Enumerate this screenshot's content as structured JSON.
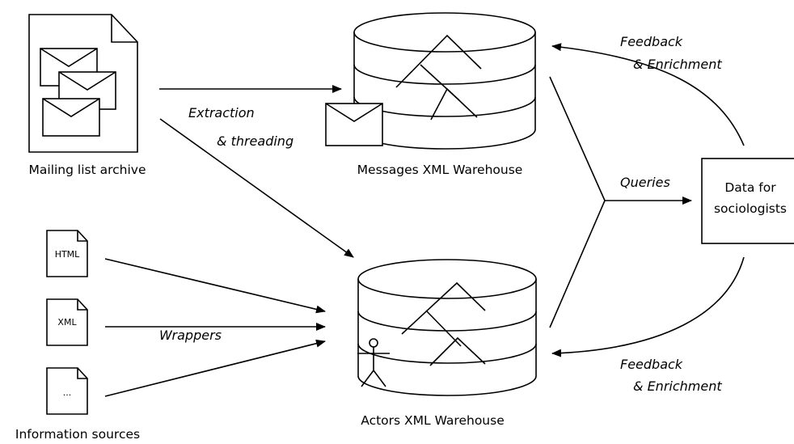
{
  "labels": {
    "mailing_list_archive": "Mailing list archive",
    "messages_warehouse": "Messages XML Warehouse",
    "actors_warehouse": "Actors XML Warehouse",
    "information_sources": "Information sources",
    "data_for_line1": "Data for",
    "data_for_line2": "sociologists",
    "extraction": "Extraction",
    "threading": "& threading",
    "wrappers": "Wrappers",
    "queries": "Queries",
    "feedback_top_1": "Feedback",
    "feedback_top_2": "& Enrichment",
    "feedback_bottom_1": "Feedback",
    "feedback_bottom_2": "& Enrichment"
  },
  "sources": {
    "html": "HTML",
    "xml": "XML",
    "other": "..."
  },
  "icons": [
    "document-icon",
    "envelope-icon",
    "database-icon",
    "tree-icon",
    "stick-figure-icon",
    "arrow-icon"
  ]
}
